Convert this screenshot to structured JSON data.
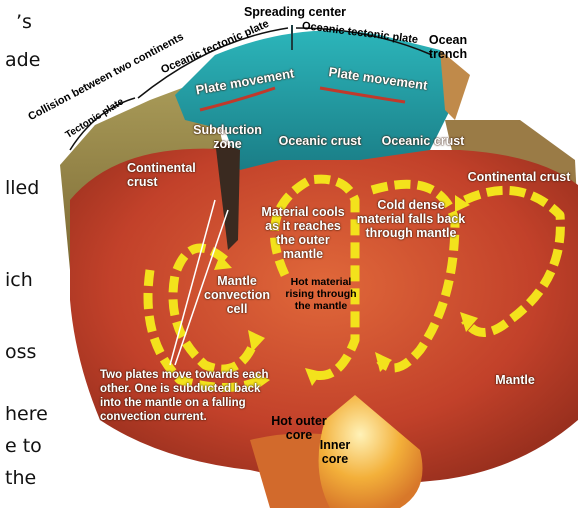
{
  "side_text_fragments": [
    "’s",
    "ade",
    "lled",
    "ich",
    "oss",
    "here",
    "e to",
    "the"
  ],
  "labels": {
    "spreading_center": "Spreading center",
    "oceanic_tectonic_plate_left": "Oceanic tectonic plate",
    "oceanic_tectonic_plate_right": "Oceanic tectonic plate",
    "ocean_trench": "Ocean trench",
    "collision": "Collision between two continents",
    "tectonic_plate": "Tectonic plate",
    "plate_movement_left": "Plate movement",
    "plate_movement_right": "Plate movement",
    "subduction_zone": "Subduction zone",
    "oceanic_crust_left": "Oceanic crust",
    "oceanic_crust_right": "Oceanic crust",
    "continental_crust_left": "Continental crust",
    "continental_crust_right": "Continental crust",
    "material_cools": "Material cools as it reaches the outer mantle",
    "cold_dense": "Cold dense material falls back through mantle",
    "mantle_convection_cell": "Mantle convection cell",
    "hot_material_rising": "Hot material rising through the mantle",
    "two_plates": "Two plates move towards each other. One is subducted back into the mantle on a falling convection current.",
    "mantle": "Mantle",
    "hot_outer_core": "Hot outer core",
    "inner_core": "Inner core"
  },
  "colors": {
    "ocean": "#2aa9b0",
    "mantle": "#c8452a",
    "arrows": "#f3e21c",
    "continental": "#8a7a3c",
    "core": "#f2b23a"
  }
}
